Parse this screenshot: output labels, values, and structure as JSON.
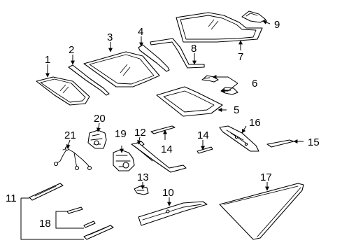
{
  "diagram": {
    "callouts": {
      "c1": "1",
      "c2": "2",
      "c3": "3",
      "c4": "4",
      "c5": "5",
      "c6": "6",
      "c7": "7",
      "c8": "8",
      "c9": "9",
      "c10": "10",
      "c11": "11",
      "c12": "12",
      "c13": "13",
      "c14a": "14",
      "c14b": "14",
      "c15": "15",
      "c16": "16",
      "c17": "17",
      "c18": "18",
      "c19": "19",
      "c20": "20",
      "c21": "21"
    }
  }
}
